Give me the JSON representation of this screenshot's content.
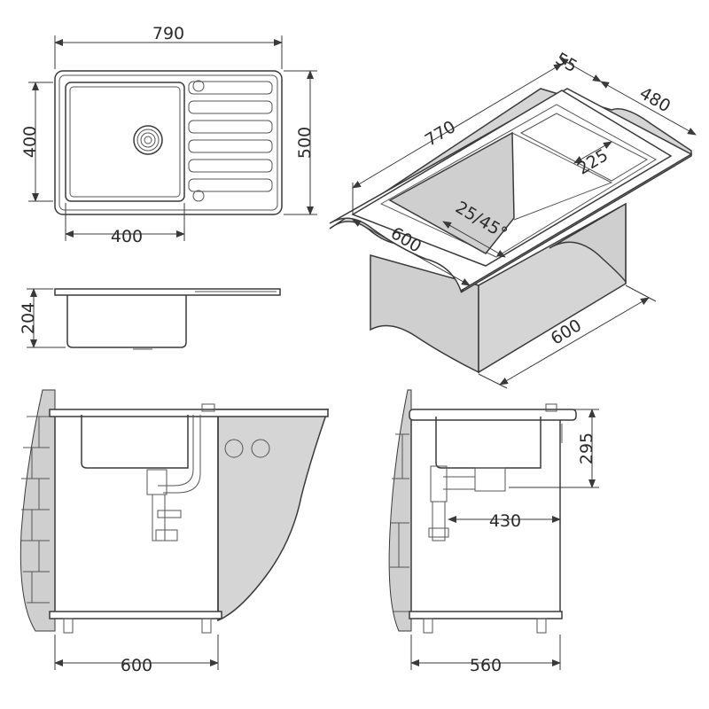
{
  "top_view": {
    "overall_width": "790",
    "overall_depth": "500",
    "bowl_depth": "400",
    "bowl_width": "400"
  },
  "side_view": {
    "bowl_height": "204"
  },
  "perspective_view": {
    "rim_width": "55",
    "sink_depth": "480",
    "sink_length": "770",
    "drainer_offset": "225",
    "bevel": "25/45°",
    "cabinet_width": "600",
    "cabinet_depth": "600"
  },
  "front_install_view": {
    "cabinet_width": "600"
  },
  "side_install_view": {
    "install_height": "295",
    "drain_offset": "430",
    "cabinet_depth": "560"
  }
}
